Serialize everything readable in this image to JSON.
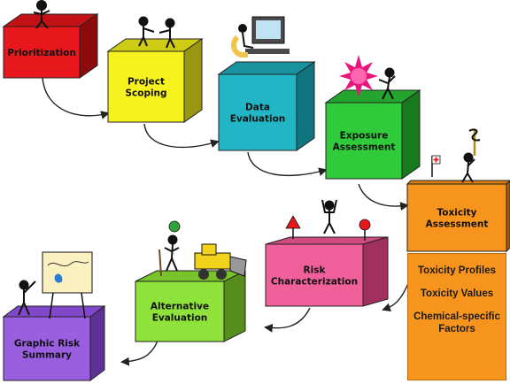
{
  "steps": [
    {
      "id": "prioritization",
      "lines": [
        "Prioritization"
      ],
      "color": "#e8171c",
      "dark": "#8e0b0d",
      "top": "#c21215"
    },
    {
      "id": "project-scoping",
      "lines": [
        "Project",
        "Scoping"
      ],
      "color": "#f5f21f",
      "dark": "#9a9611",
      "top": "#cfcc15"
    },
    {
      "id": "data-evaluation",
      "lines": [
        "Data",
        "Evaluation"
      ],
      "color": "#22b5c5",
      "dark": "#117580",
      "top": "#1a93a1"
    },
    {
      "id": "exposure-assessment",
      "lines": [
        "Exposure",
        "Assessment"
      ],
      "color": "#2fcb3b",
      "dark": "#177a1e",
      "top": "#24a52e"
    },
    {
      "id": "toxicity-assessment",
      "lines": [
        "Toxicity",
        "Assessment"
      ],
      "color": "#f7941d",
      "dark": "#a55e0a",
      "top": "#d67c10"
    },
    {
      "id": "risk-characterization",
      "lines": [
        "Risk",
        "Characterization"
      ],
      "color": "#f0609a",
      "dark": "#a1305e",
      "top": "#cf4a80"
    },
    {
      "id": "alternative-evaluation",
      "lines": [
        "Alternative",
        "Evaluation"
      ],
      "color": "#8fe23a",
      "dark": "#578d1d",
      "top": "#78c22a"
    },
    {
      "id": "graphic-risk-summary",
      "lines": [
        "Graphic Risk",
        "Summary"
      ],
      "color": "#9a5fe0",
      "dark": "#5d3296",
      "top": "#8048c8"
    }
  ],
  "toxicity_details": {
    "items": [
      "Toxicity Profiles",
      "Toxicity Values",
      "Chemical-specific Factors"
    ]
  },
  "icons": [
    "stick-figure-icon",
    "handshake-icon",
    "computer-icon",
    "starburst-icon",
    "caduceus-icon",
    "warning-sign-icon",
    "bulldozer-icon",
    "map-icon"
  ]
}
